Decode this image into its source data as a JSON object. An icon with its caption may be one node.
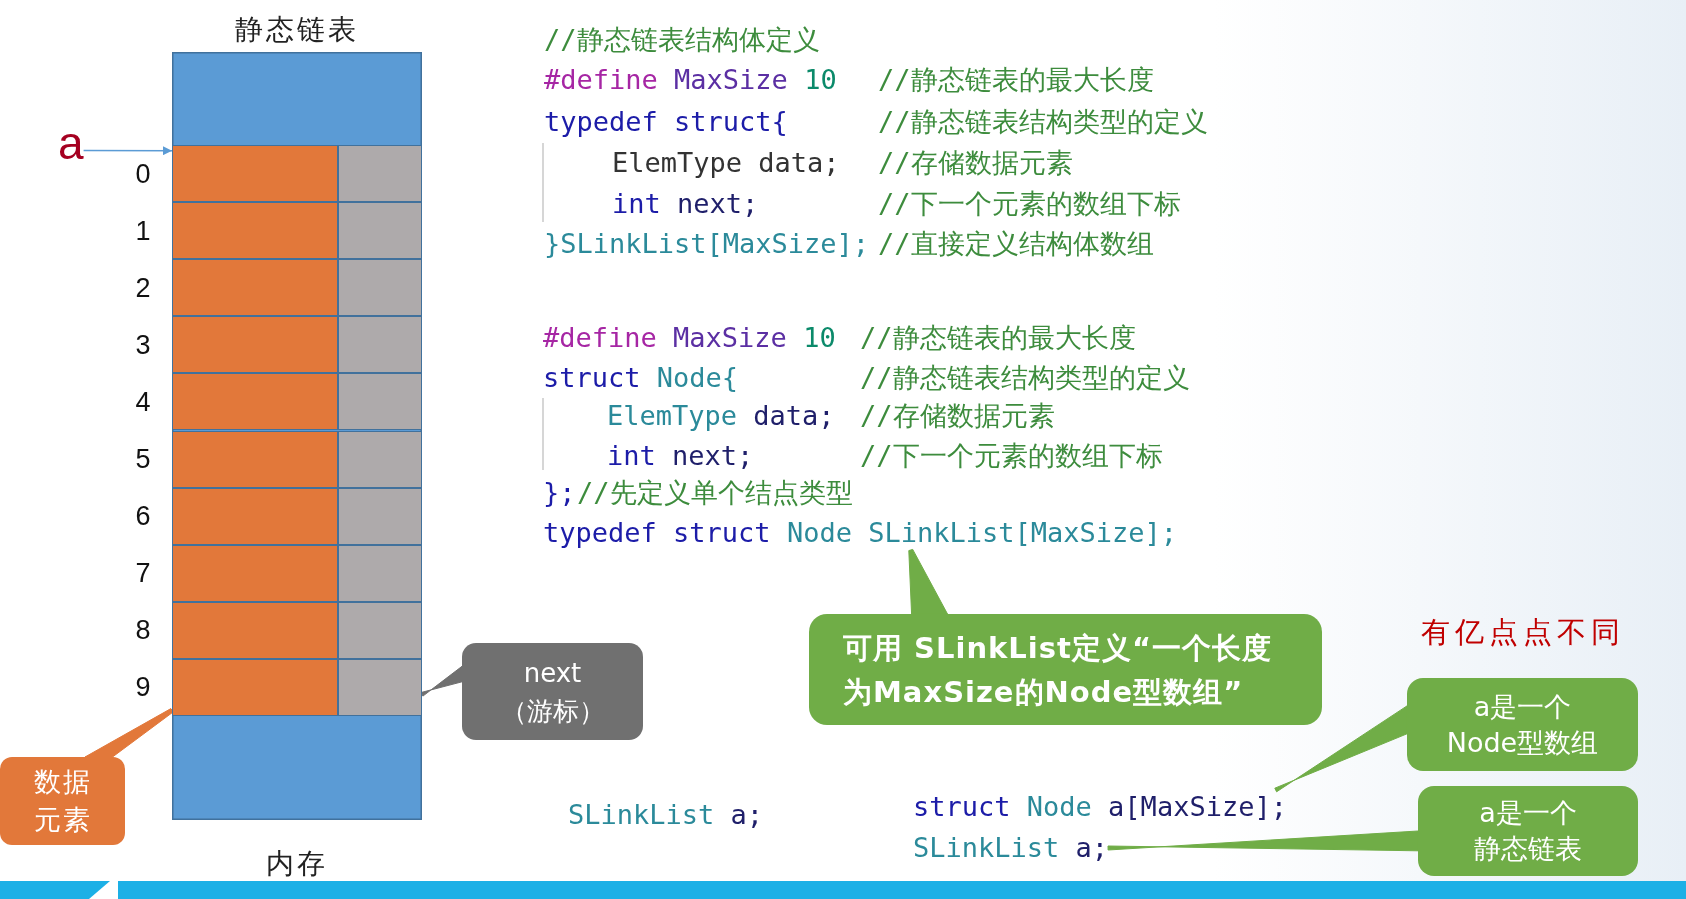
{
  "diagram": {
    "nodes": [
      {
        "text": [
          "静态链表"
        ],
        "beside": [
          "内存"
        ]
      },
      {
        "text": [
          "a"
        ]
      },
      {
        "text": [],
        "shape": "box",
        "in": 0
      },
      {
        "text": [],
        "shape": "box",
        "in": 0
      },
      {
        "text": [],
        "shape": "box",
        "in": 0
      },
      {
        "text": [],
        "shape": "box",
        "in": 0
      },
      {
        "text": [],
        "shape": "box",
        "in": 0
      },
      {
        "text": [],
        "shape": "box",
        "in": 0
      },
      {
        "text": [],
        "shape": "box",
        "in": 0
      },
      {
        "text": [],
        "shape": "box",
        "in": 0
      },
      {
        "text": [],
        "shape": "box",
        "in": 0
      },
      {
        "text": [],
        "shape": "box",
        "in": 0
      },
      {
        "text": [],
        "shape": "box",
        "in": 0
      },
      {
        "text": [],
        "shape": "box",
        "in": 0
      },
      {
        "text": [],
        "shape": "box",
        "in": 0
      },
      {
        "text": [],
        "shape": "box",
        "in": 0
      },
      {
        "text": [],
        "shape": "box",
        "in": 0
      },
      {
        "text": [],
        "shape": "box",
        "in": 0
      },
      {
        "text": [],
        "shape": "box",
        "in": 0
      },
      {
        "text": [],
        "shape": "box",
        "in": 0
      },
      {
        "text": [],
        "shape": "box",
        "in": 0
      },
      {
        "text": [],
        "shape": "box",
        "in": 0
      },
      {
        "text": [
          "数据元素"
        ]
      },
      {
        "text": [
          "next （游标）"
        ]
      },
      {
        "text": [
          "typedef struct Node SLinkList[MaxSize];"
        ]
      },
      {
        "text": [
          "可用 SLinkList定义“一个长度为MaxSize的Node型数组”"
        ]
      },
      {
        "text": [
          "a是一个Node型数组"
        ]
      },
      {
        "text": [
          "struct Node a[MaxSize];"
        ]
      },
      {
        "text": [
          "SLinkList a;"
        ]
      },
      {
        "text": [
          "a是一个静态链表"
        ]
      }
    ],
    "edges": [
      {
        "from": 1,
        "to": 2,
        "arrow": "to",
        "color": "#5b9bd5"
      },
      {
        "from": 22,
        "to": 20,
        "arrow": "none",
        "color": "#e2783a"
      },
      {
        "from": 23,
        "to": 21,
        "arrow": "none",
        "color": "#707070"
      },
      {
        "from": 25,
        "to": 24,
        "arrow": "none"
      },
      {
        "from": 26,
        "to": 27,
        "arrow": "none"
      },
      {
        "from": 29,
        "to": 28,
        "arrow": "none"
      }
    ],
    "labels": [
      "0",
      "1",
      "2",
      "3",
      "4",
      "5",
      "6",
      "7",
      "8",
      "9",
      "//静态链表结构体定义",
      "#define MaxSize 10",
      "//静态链表的最大长度",
      "typedef struct{",
      "//静态链表结构类型的定义",
      "ElemType data;",
      "//存储数据元素",
      "int next;",
      "//下一个元素的数组下标",
      "}SLinkList[MaxSize];",
      "//直接定义结构体数组",
      "#define MaxSize 10",
      "//静态链表的最大长度",
      "struct Node{",
      "//静态链表结构类型的定义",
      "ElemType data;",
      "//存储数据元素",
      "int next;",
      "//下一个元素的数组下标",
      "};",
      "//先定义单个结点类型",
      "有亿点点不同",
      "SLinkList a;"
    ]
  }
}
